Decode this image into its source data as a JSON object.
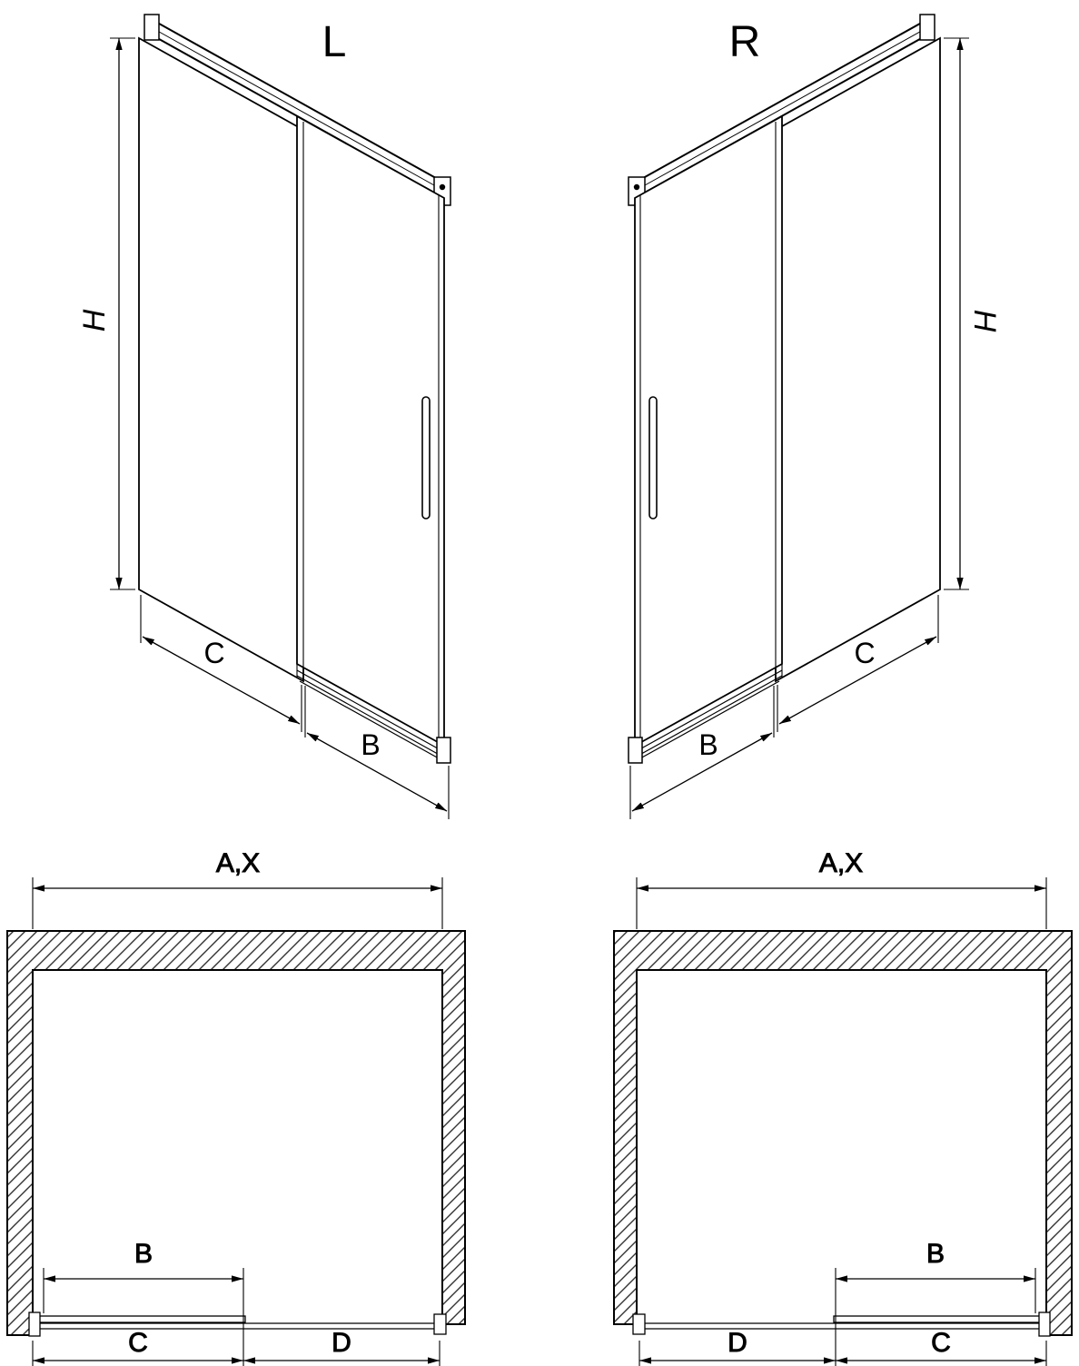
{
  "page": {
    "background": "#ffffff",
    "line_color": "#000000",
    "hatch_color": "#333333"
  },
  "isometric_left": {
    "title": "L",
    "dim_h": "H",
    "dim_c": "C",
    "dim_b": "B"
  },
  "isometric_right": {
    "title": "R",
    "dim_h": "H",
    "dim_c": "C",
    "dim_b": "B"
  },
  "plan_left": {
    "dim_ax": "A,X",
    "dim_b": "B",
    "dim_c": "C",
    "dim_d": "D"
  },
  "plan_right": {
    "dim_ax": "A,X",
    "dim_b": "B",
    "dim_c": "C",
    "dim_d": "D"
  }
}
